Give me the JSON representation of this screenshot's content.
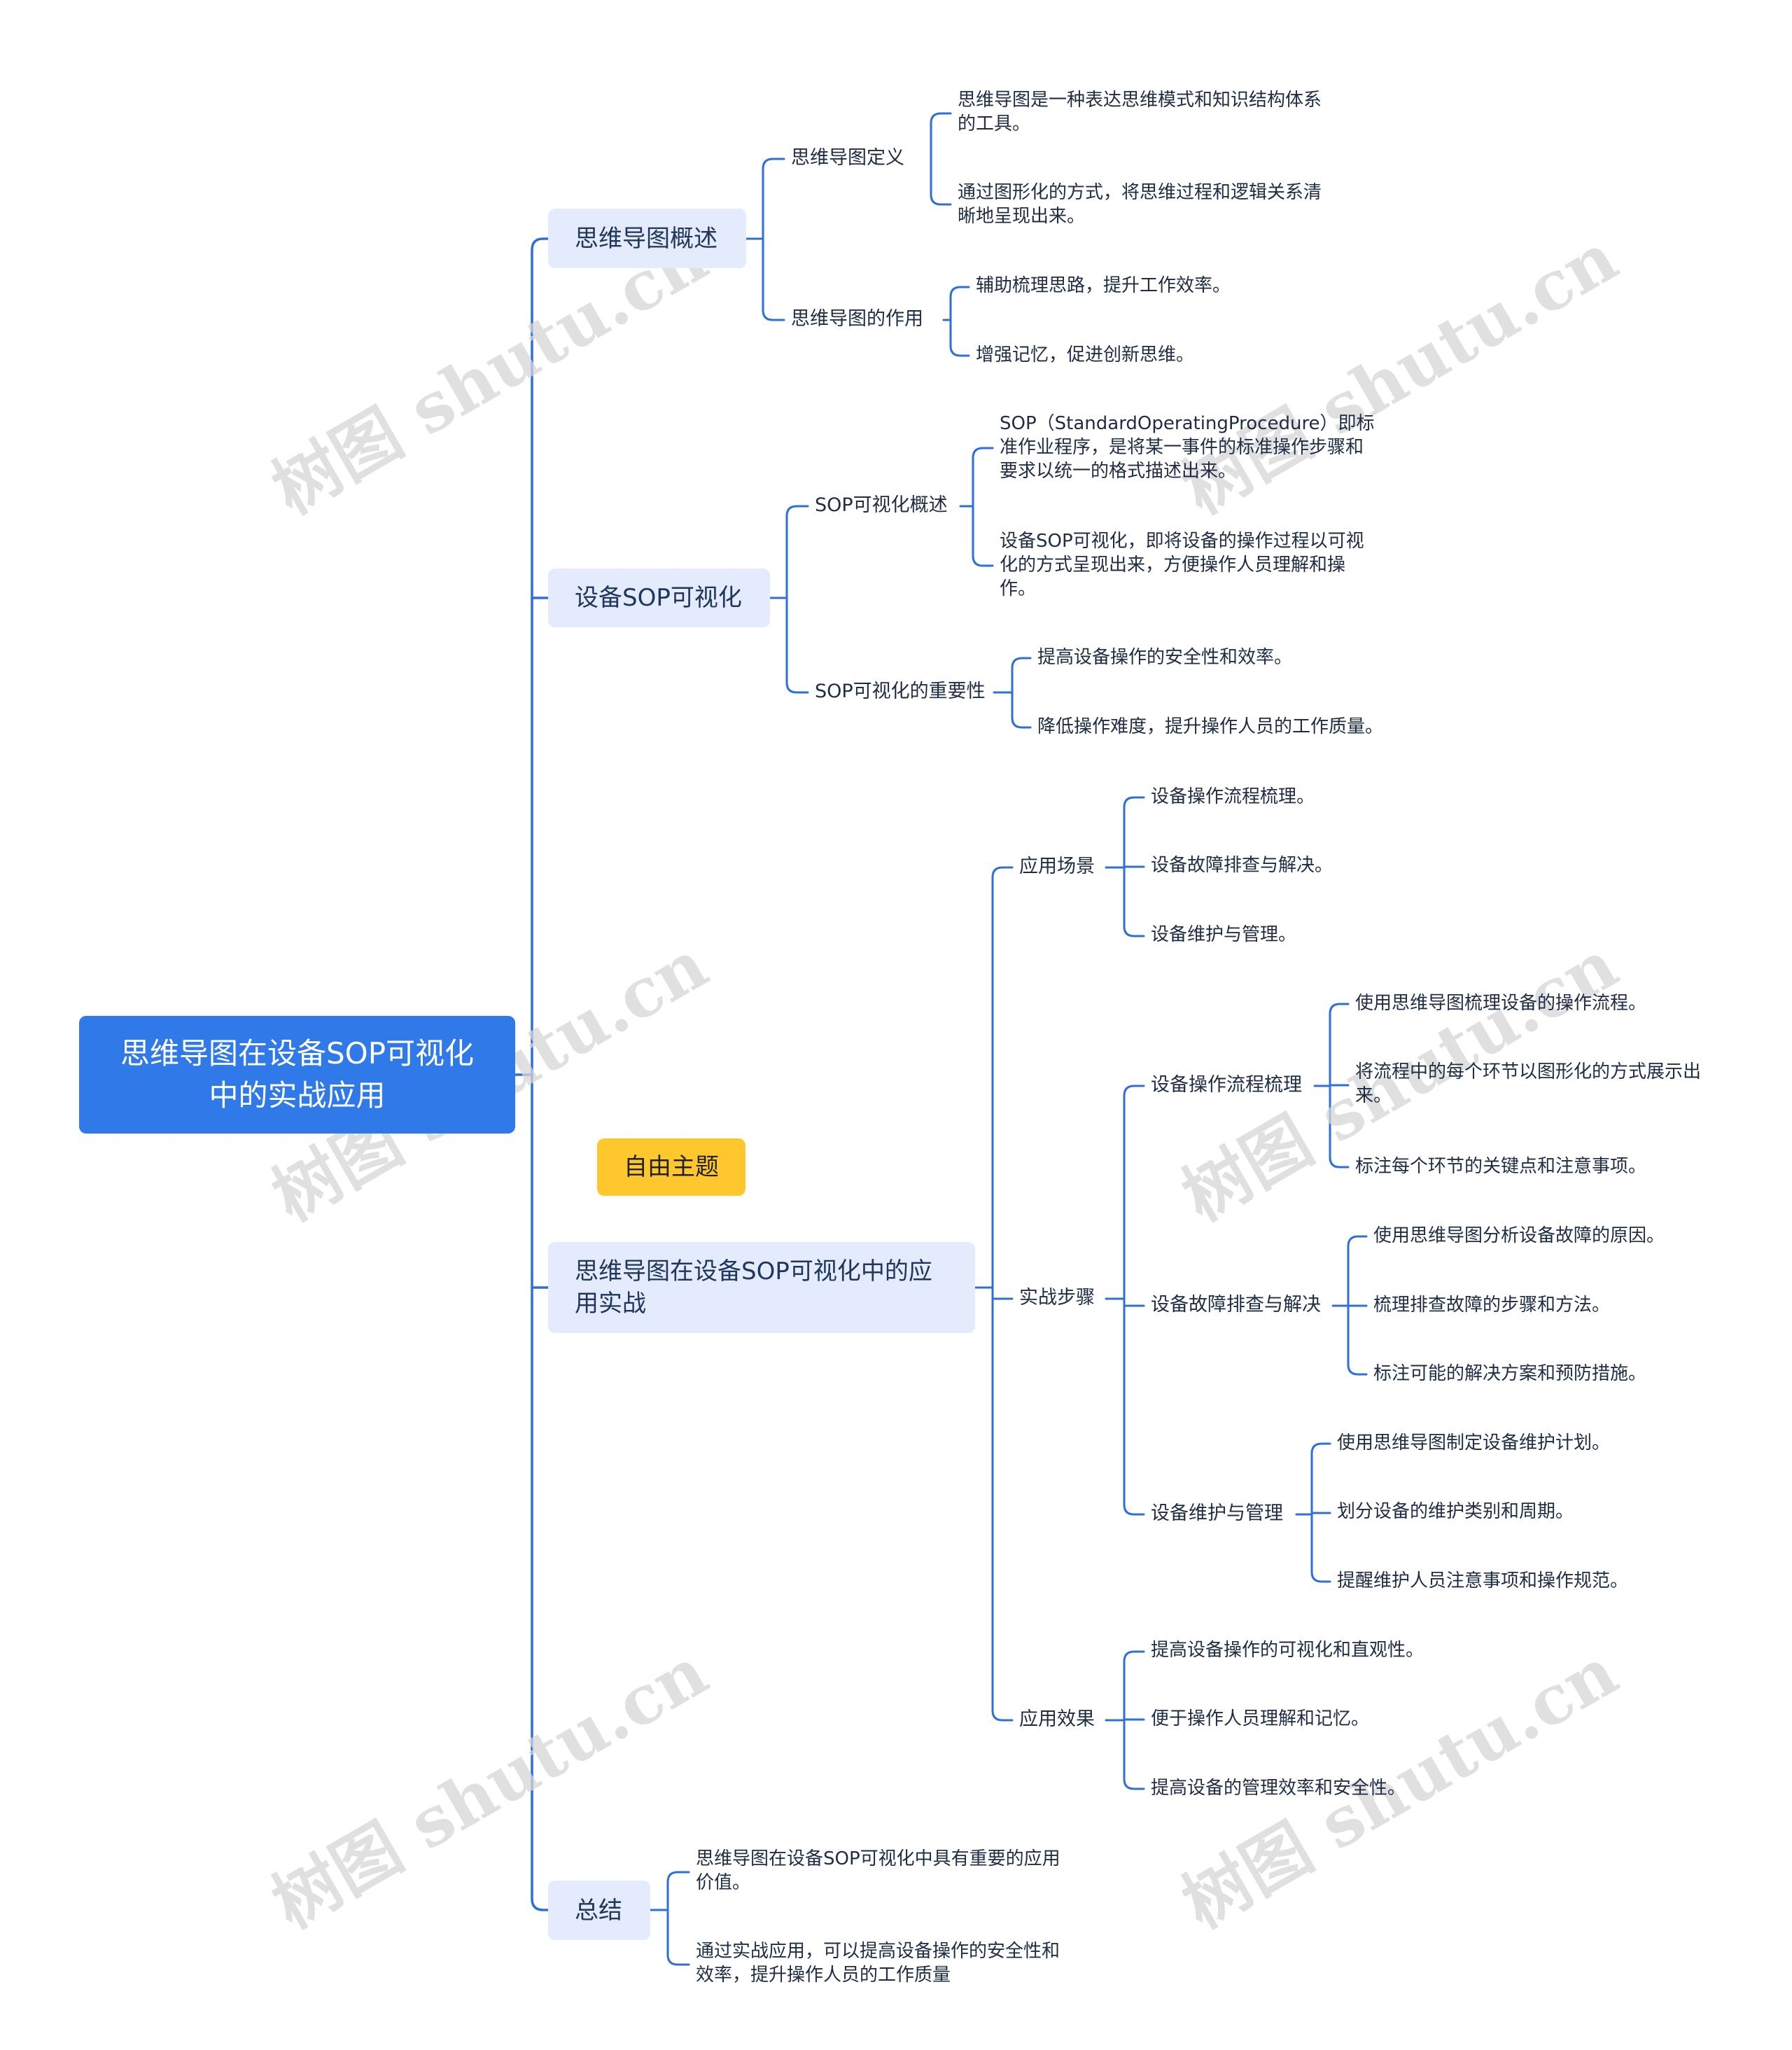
{
  "root": "思维导图在设备SOP可视化中的实战应用",
  "free_topic": "自由主题",
  "watermark": "树图 shutu.cn",
  "colors": {
    "root": "#2f7ae8",
    "topic_bg": "#e3ebfd",
    "free_topic": "#ffc72e",
    "line": "#2f6fd8"
  },
  "branches": [
    {
      "label": "思维导图概述",
      "children": [
        {
          "label": "思维导图定义",
          "children": [
            "思维导图是一种表达思维模式和知识结构体系的工具。",
            "通过图形化的方式，将思维过程和逻辑关系清晰地呈现出来。"
          ]
        },
        {
          "label": "思维导图的作用",
          "children": [
            "辅助梳理思路，提升工作效率。",
            "增强记忆，促进创新思维。"
          ]
        }
      ]
    },
    {
      "label": "设备SOP可视化",
      "children": [
        {
          "label": "SOP可视化概述",
          "children": [
            "SOP（StandardOperatingProcedure）即标准作业程序，是将某一事件的标准操作步骤和要求以统一的格式描述出来。",
            "设备SOP可视化，即将设备的操作过程以可视化的方式呈现出来，方便操作人员理解和操作。"
          ]
        },
        {
          "label": "SOP可视化的重要性",
          "children": [
            "提高设备操作的安全性和效率。",
            "降低操作难度，提升操作人员的工作质量。"
          ]
        }
      ]
    },
    {
      "label": "思维导图在设备SOP可视化中的应用实战",
      "children": [
        {
          "label": "应用场景",
          "children": [
            "设备操作流程梳理。",
            "设备故障排查与解决。",
            "设备维护与管理。"
          ]
        },
        {
          "label": "实战步骤",
          "children": [
            {
              "label": "设备操作流程梳理",
              "children": [
                "使用思维导图梳理设备的操作流程。",
                "将流程中的每个环节以图形化的方式展示出来。",
                "标注每个环节的关键点和注意事项。"
              ]
            },
            {
              "label": "设备故障排查与解决",
              "children": [
                "使用思维导图分析设备故障的原因。",
                "梳理排查故障的步骤和方法。",
                "标注可能的解决方案和预防措施。"
              ]
            },
            {
              "label": "设备维护与管理",
              "children": [
                "使用思维导图制定设备维护计划。",
                "划分设备的维护类别和周期。",
                "提醒维护人员注意事项和操作规范。"
              ]
            }
          ]
        },
        {
          "label": "应用效果",
          "children": [
            "提高设备操作的可视化和直观性。",
            "便于操作人员理解和记忆。",
            "提高设备的管理效率和安全性。"
          ]
        }
      ]
    },
    {
      "label": "总结",
      "children": [
        "思维导图在设备SOP可视化中具有重要的应用价值。",
        "通过实战应用，可以提高设备操作的安全性和效率，提升操作人员的工作质量"
      ]
    }
  ]
}
